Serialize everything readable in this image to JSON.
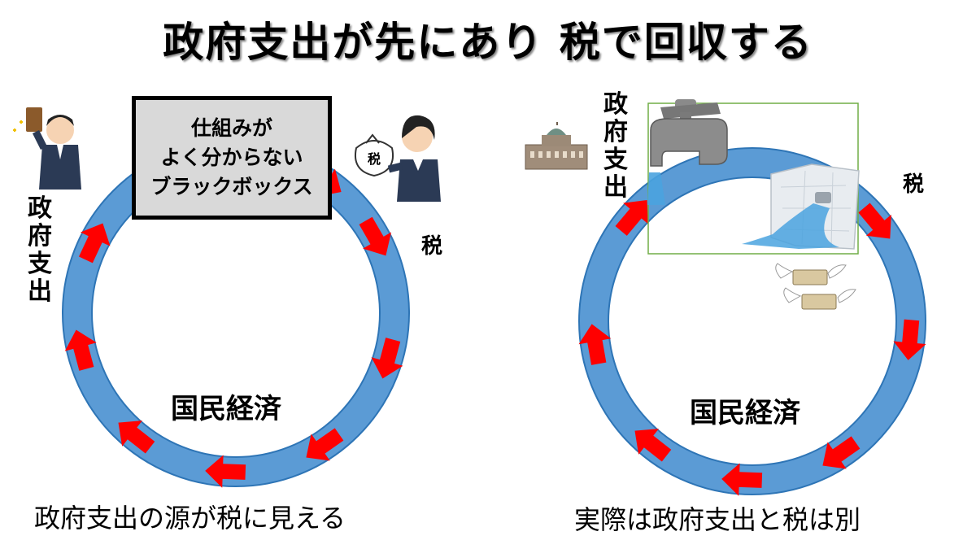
{
  "title": "政府支出が先にあり 税で回収する",
  "left": {
    "spending_label": "政府支出",
    "tax_label": "税",
    "economy_label": "国民経済",
    "black_box": [
      "仕組みが",
      "よく分からない",
      "ブラックボックス"
    ],
    "tax_bag_text": "税",
    "caption": "政府支出の源が税に見える"
  },
  "right": {
    "spending_label": "政府支出",
    "tax_label": "税",
    "economy_label": "国民経済",
    "caption": "実際は政府支出と税は別"
  },
  "colors": {
    "ring": "#5b9bd5",
    "arrow": "#ff0000",
    "black_box_fill": "#d9d9d9",
    "water": "#4aa3df",
    "inset_frame": "#70ad47"
  },
  "icons": [
    "coin-man-icon",
    "woman-with-tax-bag-icon",
    "central-bank-building-icon",
    "faucet-icon",
    "leaking-wall-icon",
    "flying-money-icon"
  ]
}
